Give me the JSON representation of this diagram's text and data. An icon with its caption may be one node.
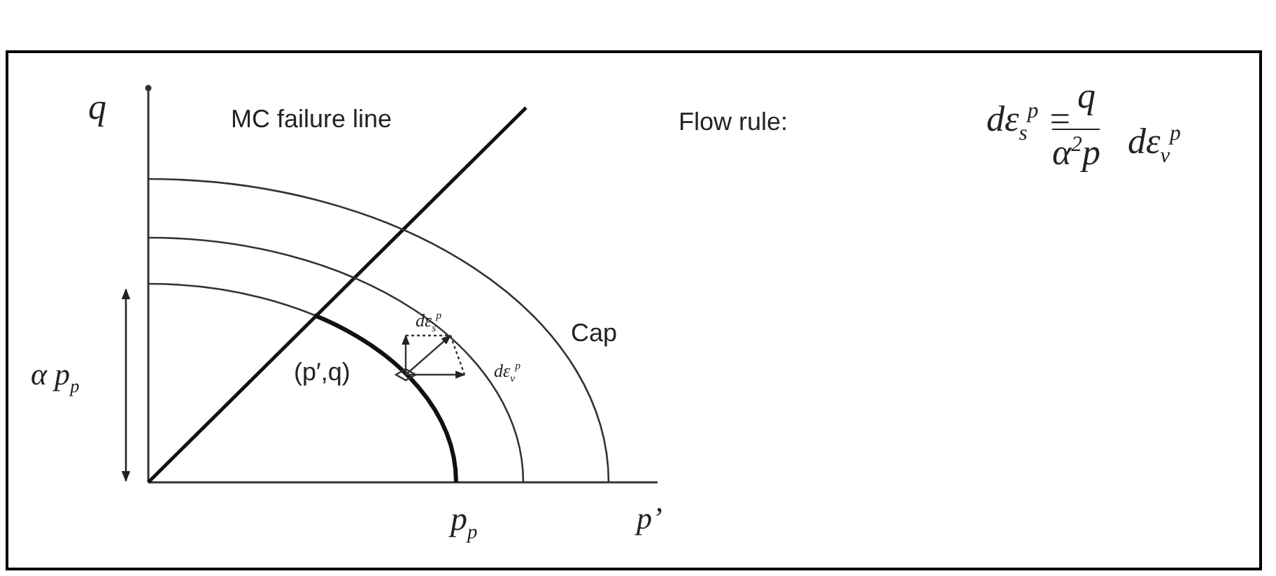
{
  "diagram": {
    "labels": [
      "q",
      "MC failure line",
      "Flow rule:",
      "dε$_{s}$$^{p}$ =",
      "q",
      "α$^{2}$p",
      "dε$_{v}$$^{p}$",
      "dε$_{s}$$^{p}$",
      "α p$_{p}$",
      "(p′,q)",
      "dε$_{v}$$^{p}$",
      "Cap",
      "p$_{p}$",
      "p’"
    ]
  }
}
